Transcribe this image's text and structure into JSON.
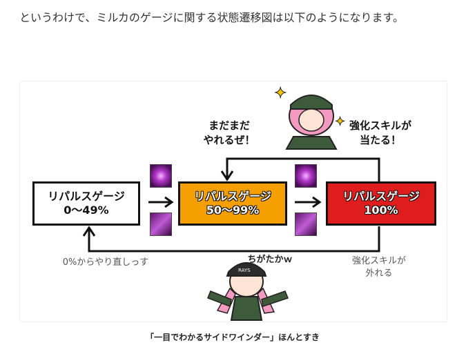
{
  "paragraph": "というわけで、ミルカのゲージに関する状態遷移図は以下のようになります。",
  "diagram": {
    "states": [
      {
        "line1": "リパルスゲージ",
        "line2": "0〜49%"
      },
      {
        "line1": "リパルスゲージ",
        "line2": "50〜99%"
      },
      {
        "line1": "リパルスゲージ",
        "line2": "100%"
      }
    ],
    "callout_left": {
      "line1": "まだまだ",
      "line2": "やれるぜ！"
    },
    "callout_right": {
      "line1": "強化スキルが",
      "line2": "当たる！"
    },
    "bottom_left_note": "0%からやり直しっす",
    "bottom_right_note": {
      "line1": "強化スキルが",
      "line2": "外れる"
    },
    "chibi_speech": "ちがたかｗ",
    "cap_text": "RAYS"
  },
  "caption": "「一目でわかるサイドワインダー」ほんとすき"
}
